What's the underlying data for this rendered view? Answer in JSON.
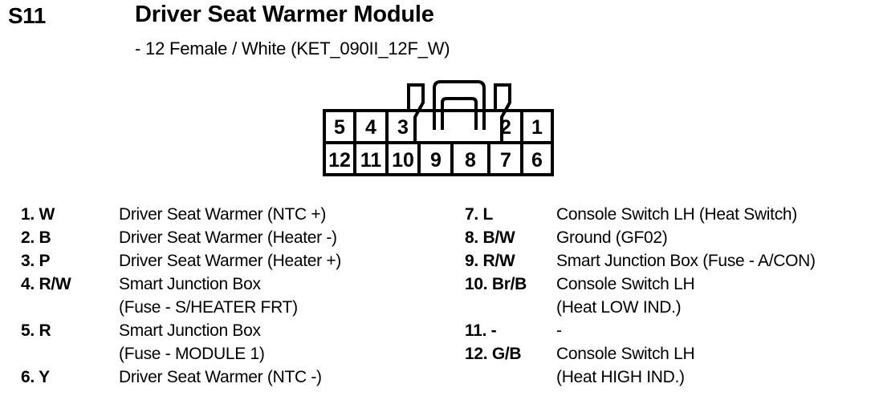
{
  "header": {
    "code": "S11",
    "title": "Driver Seat Warmer Module",
    "subtitle": "- 12 Female / White (KET_090II_12F_W)"
  },
  "connector": {
    "type": "12-pin female connector face view",
    "housing_color": "White",
    "part_code": "KET_090II_12F_W",
    "cavity_count": 12,
    "latch": "top-center retention latch",
    "top_row": [
      "5",
      "4",
      "3",
      "",
      "",
      "2",
      "1"
    ],
    "bottom_row": [
      "12",
      "11",
      "10",
      "9",
      "8",
      "7",
      "6"
    ],
    "line_color": "#000000"
  },
  "pins_left": [
    {
      "label": "1. W",
      "desc": "Driver Seat Warmer (NTC +)",
      "cont": ""
    },
    {
      "label": "2. B",
      "desc": "Driver Seat Warmer (Heater -)",
      "cont": ""
    },
    {
      "label": "3. P",
      "desc": "Driver Seat Warmer (Heater +)",
      "cont": ""
    },
    {
      "label": "4. R/W",
      "desc": "Smart Junction Box",
      "cont": "(Fuse - S/HEATER FRT)"
    },
    {
      "label": "5. R",
      "desc": "Smart Junction Box",
      "cont": "(Fuse - MODULE 1)"
    },
    {
      "label": "6. Y",
      "desc": "Driver Seat Warmer (NTC -)",
      "cont": ""
    }
  ],
  "pins_right": [
    {
      "label": "7. L",
      "desc": "Console Switch LH (Heat Switch)",
      "cont": ""
    },
    {
      "label": "8. B/W",
      "desc": "Ground (GF02)",
      "cont": ""
    },
    {
      "label": "9. R/W",
      "desc": "Smart Junction Box (Fuse - A/CON)",
      "cont": ""
    },
    {
      "label": "10. Br/B",
      "desc": "Console Switch LH",
      "cont": "(Heat LOW IND.)"
    },
    {
      "label": "11. -",
      "desc": "-",
      "cont": ""
    },
    {
      "label": "12. G/B",
      "desc": "Console Switch LH",
      "cont": "(Heat HIGH IND.)"
    }
  ]
}
